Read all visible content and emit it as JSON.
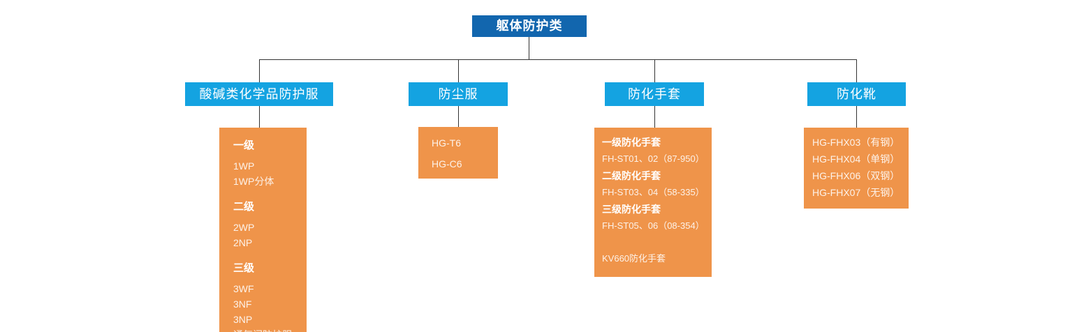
{
  "colors": {
    "root_bg": "#1266ae",
    "category_bg": "#14a3e1",
    "leaf_bg": "#ef944a",
    "connector_line": "#333333",
    "text": "#ffffff"
  },
  "root": {
    "label": "躯体防护类"
  },
  "branches": [
    {
      "label": "酸碱类化学品防护服",
      "items": [
        {
          "text": "一级",
          "style": "header"
        },
        {
          "text": "1WP",
          "style": "item"
        },
        {
          "text": "1WP分体",
          "style": "item"
        },
        {
          "text": "二级",
          "style": "header"
        },
        {
          "text": "2WP",
          "style": "item"
        },
        {
          "text": "2NP",
          "style": "item"
        },
        {
          "text": "三级",
          "style": "header"
        },
        {
          "text": "3WF",
          "style": "item"
        },
        {
          "text": "3NF",
          "style": "item"
        },
        {
          "text": "3NP",
          "style": "item"
        },
        {
          "text": "通气阀防护服",
          "style": "item"
        }
      ]
    },
    {
      "label": "防尘服",
      "items": [
        {
          "text": "HG-T6",
          "style": "item"
        },
        {
          "text": "HG-C6",
          "style": "item"
        }
      ]
    },
    {
      "label": "防化手套",
      "items": [
        {
          "text": "一级防化手套",
          "style": "header"
        },
        {
          "text": "FH-ST01、02（87-950）",
          "style": "item"
        },
        {
          "text": "二级防化手套",
          "style": "header"
        },
        {
          "text": "FH-ST03、04（58-335）",
          "style": "item"
        },
        {
          "text": "三级防化手套",
          "style": "header"
        },
        {
          "text": "FH-ST05、06（08-354）",
          "style": "item"
        },
        {
          "text": "KV660防化手套",
          "style": "item gap"
        }
      ]
    },
    {
      "label": "防化靴",
      "items": [
        {
          "text": "HG-FHX03（有钢）",
          "style": "item"
        },
        {
          "text": "HG-FHX04（单钢）",
          "style": "item"
        },
        {
          "text": "HG-FHX06（双钢）",
          "style": "item"
        },
        {
          "text": "HG-FHX07（无钢）",
          "style": "item"
        }
      ]
    }
  ]
}
